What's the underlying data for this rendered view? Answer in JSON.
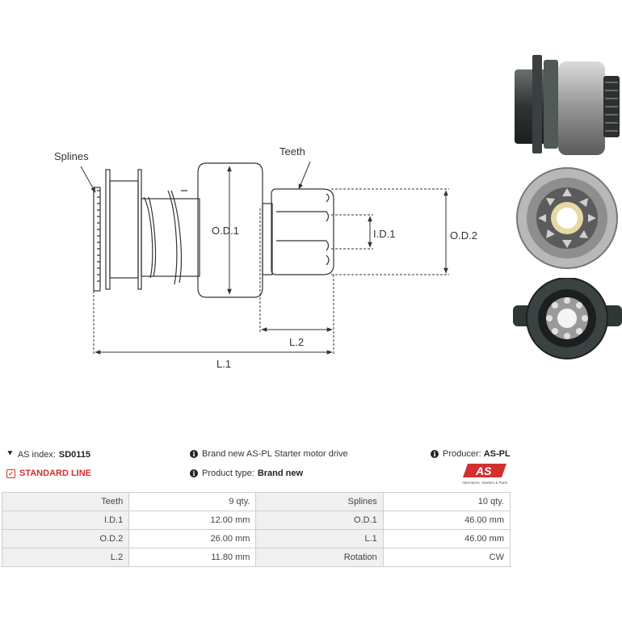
{
  "drawing": {
    "labels": {
      "splines": "Splines",
      "teeth": "Teeth",
      "od1": "O.D.1",
      "id1": "I.D.1",
      "od2": "O.D.2",
      "l2": "L.2",
      "l1": "L.1"
    },
    "line_color": "#333333",
    "accent_color": "#d32f2f"
  },
  "info": {
    "index_label": "AS index:",
    "index_value": "SD0115",
    "line": "STANDARD LINE",
    "description": "Brand new AS-PL Starter motor drive",
    "product_type_label": "Product type:",
    "product_type_value": "Brand new",
    "producer_label": "Producer:",
    "producer_value": "AS-PL"
  },
  "logo": {
    "mark": "AS",
    "tagline": "Alternators, Starters & Parts"
  },
  "specs": [
    {
      "label1": "Teeth",
      "value1": "9 qty.",
      "label2": "Splines",
      "value2": "10 qty."
    },
    {
      "label1": "I.D.1",
      "value1": "12.00 mm",
      "label2": "O.D.1",
      "value2": "46.00 mm"
    },
    {
      "label1": "O.D.2",
      "value1": "26.00 mm",
      "label2": "L.1",
      "value2": "46.00 mm"
    },
    {
      "label1": "L.2",
      "value1": "11.80 mm",
      "label2": "Rotation",
      "value2": "CW"
    }
  ],
  "icons": [
    "tag-icon",
    "check-icon",
    "info-icon"
  ]
}
